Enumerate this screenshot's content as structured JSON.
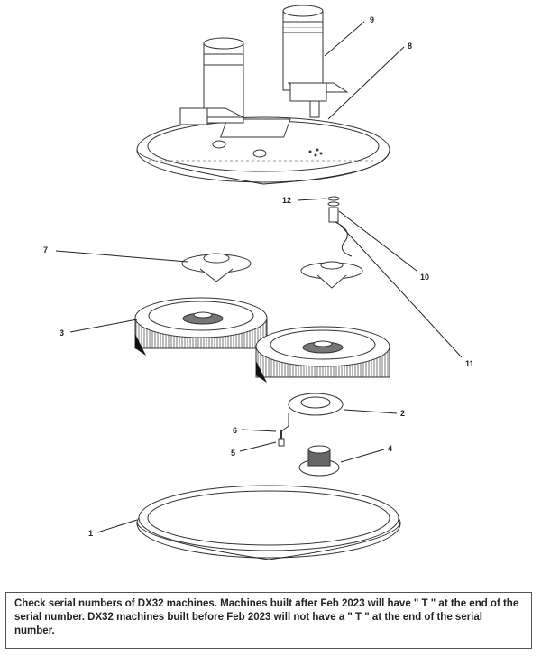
{
  "callouts": {
    "c1": "1",
    "c2": "2",
    "c3": "3",
    "c4": "4",
    "c5": "5",
    "c6": "6",
    "c7": "7",
    "c8": "8",
    "c9": "9",
    "c10": "10",
    "c11": "11",
    "c12": "12"
  },
  "note": {
    "text": "Check serial numbers of DX32 machines. Machines built after Feb 2023 will have \" T \" at the end of the serial number. DX32 machines built before Feb 2023 will not have a \" T \" at the end of the serial number."
  }
}
